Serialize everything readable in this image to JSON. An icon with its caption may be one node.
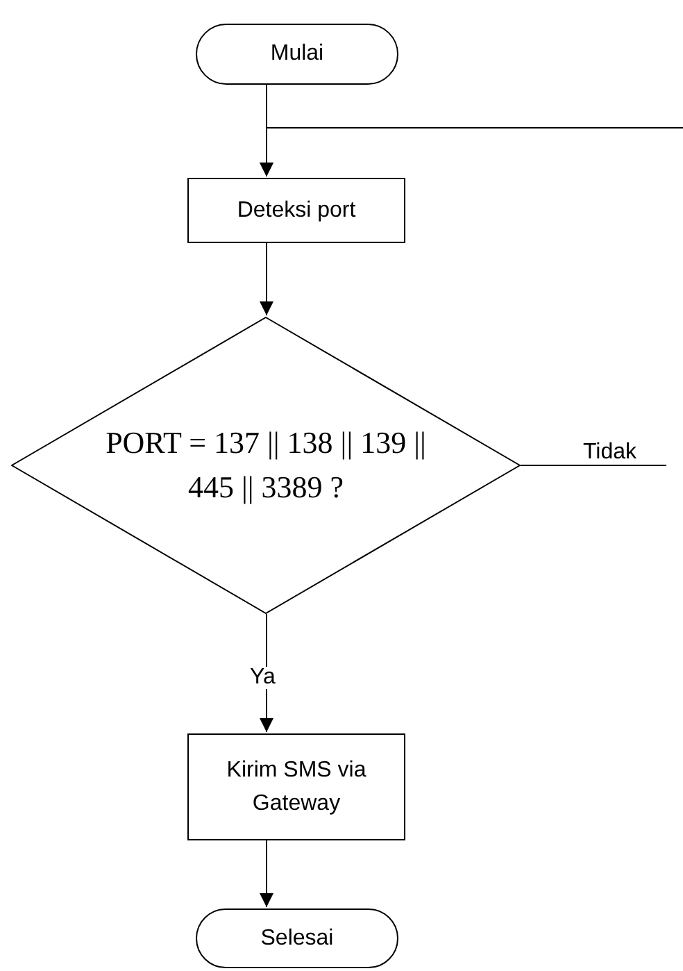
{
  "diagram": {
    "nodes": [
      {
        "text": [
          "Mulai"
        ]
      },
      {
        "text": [
          "Deteksi port"
        ]
      },
      {
        "text": [
          "PORT = 137 || 138 || 139 || 445 || 3389 ?"
        ]
      },
      {
        "text": [
          "Kirim SMS via Gateway"
        ]
      },
      {
        "text": [
          "Selesai"
        ]
      }
    ],
    "edges": [
      {
        "from": 0,
        "to": 1,
        "arrow": "to"
      },
      {
        "from": 1,
        "to": 2,
        "arrow": "to"
      },
      {
        "from": 2,
        "to": 3,
        "arrow": "to",
        "label": "Ya"
      },
      {
        "from": 3,
        "to": 4,
        "arrow": "to"
      },
      {
        "from": 2,
        "to": null,
        "arrow": "none",
        "label": "Tidak"
      },
      {
        "from": null,
        "to": 1,
        "arrow": "to"
      }
    ]
  }
}
